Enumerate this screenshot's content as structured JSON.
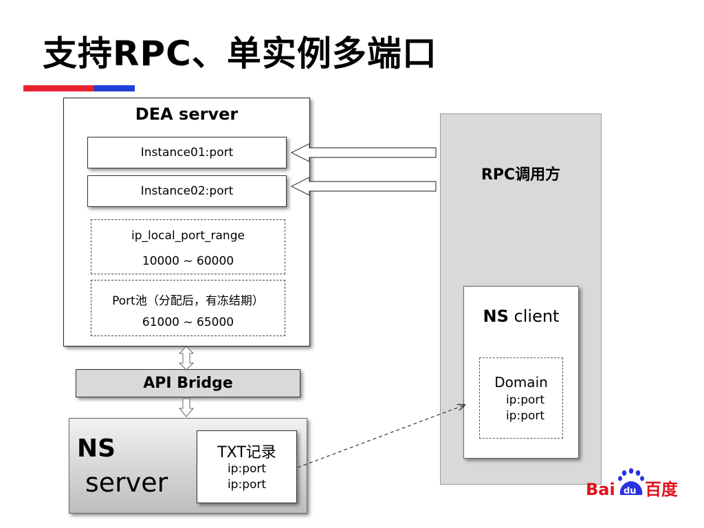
{
  "slide": {
    "title": "支持RPC、单实例多端口"
  },
  "dea_server": {
    "title": "DEA server",
    "instances": [
      "Instance01:port",
      "Instance02:port"
    ],
    "port_range": {
      "name": "ip_local_port_range",
      "range": "10000 ~ 60000"
    },
    "port_pool": {
      "name": "Port池（分配后，有冻结期）",
      "range": "61000 ~ 65000"
    }
  },
  "api_bridge": {
    "label": "API Bridge"
  },
  "ns_server": {
    "label_line1": "NS",
    "label_line2": "server",
    "txt_record": {
      "title": "TXT记录",
      "entries": [
        "ip:port",
        "ip:port"
      ]
    }
  },
  "rpc_caller": {
    "title": "RPC调用方",
    "ns_client": {
      "title_bold": "NS",
      "title_rest": " client",
      "domain": {
        "title": "Domain",
        "entries": [
          "ip:port",
          "ip:port"
        ]
      }
    }
  },
  "logo": {
    "text_latin": "Bai",
    "text_du": "du",
    "text_cn": "百度"
  },
  "colors": {
    "accent_red": "#e8232f",
    "accent_blue": "#1f3fd6",
    "panel_gray": "#d9d9d9"
  }
}
